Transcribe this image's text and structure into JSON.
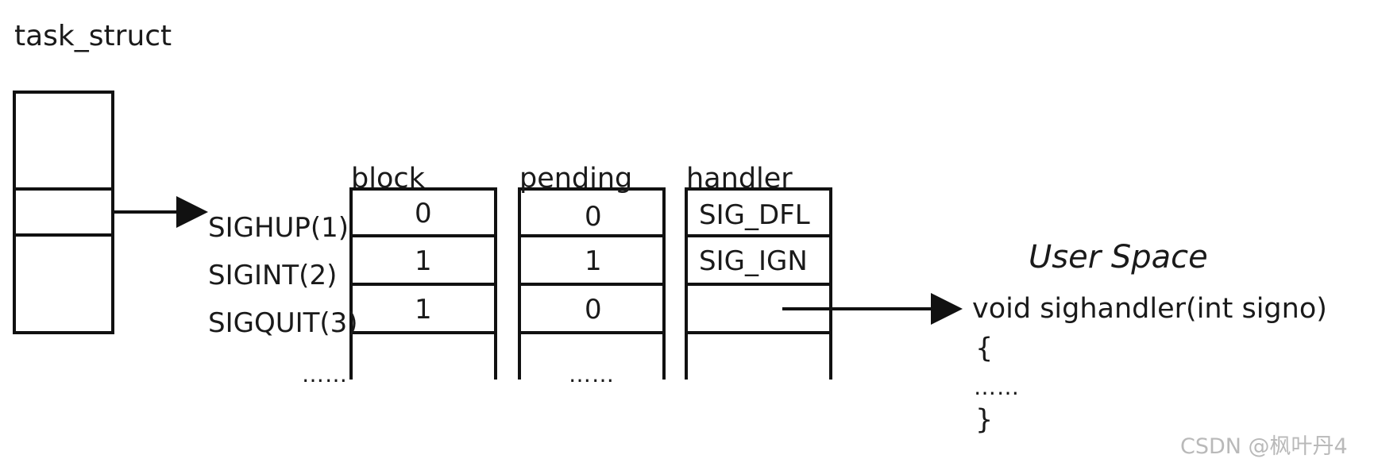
{
  "task_struct_label": "task_struct",
  "columns": {
    "block": "block",
    "pending": "pending",
    "handler": "handler"
  },
  "signals": [
    "SIGHUP(1)",
    "SIGINT(2)",
    "SIGQUIT(3)"
  ],
  "block_values": [
    "0",
    "1",
    "1"
  ],
  "pending_values": [
    "0",
    "1",
    "0"
  ],
  "handler_values": [
    "SIG_DFL",
    "SIG_IGN",
    ""
  ],
  "ellipsis": "……",
  "user_space": {
    "title": "User Space",
    "signature": "void sighandler(int signo)",
    "open_brace": "{",
    "body": "……",
    "close_brace": "}"
  },
  "watermark": "CSDN @枫叶丹4"
}
